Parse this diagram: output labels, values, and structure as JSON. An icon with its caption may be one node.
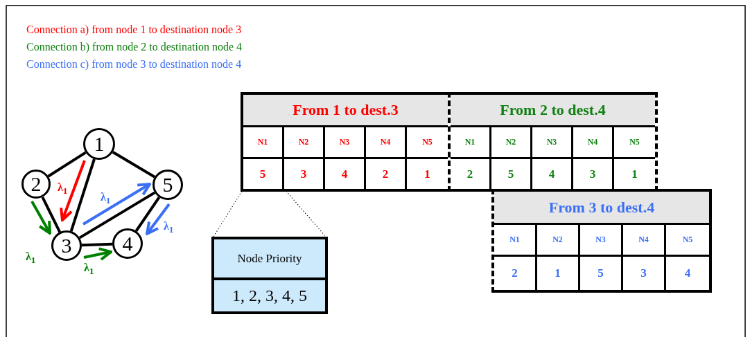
{
  "diagram": {
    "nodes": [
      {
        "text": [
          "1"
        ]
      },
      {
        "text": [
          "2"
        ]
      },
      {
        "text": [
          "3"
        ]
      },
      {
        "text": [
          "4"
        ]
      },
      {
        "text": [
          "5"
        ]
      },
      {
        "text": [
          "From 1 to dest.3"
        ]
      },
      {
        "text": [
          "N1"
        ],
        "in": 5
      },
      {
        "text": [
          "N2"
        ],
        "in": 5
      },
      {
        "text": [
          "N3"
        ],
        "in": 5
      },
      {
        "text": [
          "N4"
        ],
        "in": 5
      },
      {
        "text": [
          "N5"
        ],
        "in": 5
      },
      {
        "text": [
          "5"
        ],
        "in": 5
      },
      {
        "text": [
          "3"
        ],
        "in": 5
      },
      {
        "text": [
          "4"
        ],
        "in": 5
      },
      {
        "text": [
          "2"
        ],
        "in": 5
      },
      {
        "text": [
          "1"
        ],
        "in": 5
      },
      {
        "text": [
          "From 2 to dest.4"
        ]
      },
      {
        "text": [
          "N1"
        ],
        "in": 16
      },
      {
        "text": [
          "N2"
        ],
        "in": 16
      },
      {
        "text": [
          "N3"
        ],
        "in": 16
      },
      {
        "text": [
          "N4"
        ],
        "in": 16
      },
      {
        "text": [
          "N5"
        ],
        "in": 16
      },
      {
        "text": [
          "2"
        ],
        "in": 16
      },
      {
        "text": [
          "5"
        ],
        "in": 16
      },
      {
        "text": [
          "4"
        ],
        "in": 16
      },
      {
        "text": [
          "3"
        ],
        "in": 16
      },
      {
        "text": [
          "1"
        ],
        "in": 16
      },
      {
        "text": [
          "From 3 to dest.4"
        ]
      },
      {
        "text": [
          "N1"
        ],
        "in": 27
      },
      {
        "text": [
          "N2"
        ],
        "in": 27
      },
      {
        "text": [
          "N3"
        ],
        "in": 27
      },
      {
        "text": [
          "N4"
        ],
        "in": 27
      },
      {
        "text": [
          "N5"
        ],
        "in": 27
      },
      {
        "text": [
          "2"
        ],
        "in": 27
      },
      {
        "text": [
          "1"
        ],
        "in": 27
      },
      {
        "text": [
          "5"
        ],
        "in": 27
      },
      {
        "text": [
          "3"
        ],
        "in": 27
      },
      {
        "text": [
          "4"
        ],
        "in": 27
      },
      {
        "text": [
          "Node Priority",
          "1, 2, 3, 4, 5"
        ]
      }
    ],
    "edges": [
      {
        "from": 0,
        "to": 1,
        "arrow": "none"
      },
      {
        "from": 0,
        "to": 2,
        "arrow": "none"
      },
      {
        "from": 0,
        "to": 4,
        "arrow": "none"
      },
      {
        "from": 1,
        "to": 2,
        "arrow": "none"
      },
      {
        "from": 2,
        "to": 4,
        "arrow": "none"
      },
      {
        "from": 2,
        "to": 3,
        "arrow": "none"
      },
      {
        "from": 3,
        "to": 4,
        "arrow": "none"
      },
      {
        "from": 0,
        "to": 2,
        "arrow": "to",
        "label": "λ$_{1}$",
        "color": "#ff0000"
      },
      {
        "from": 1,
        "to": 2,
        "arrow": "to",
        "label": "λ$_{1}$",
        "color": "#008000"
      },
      {
        "from": 2,
        "to": 3,
        "arrow": "to",
        "label": "λ$_{1}$",
        "color": "#008000"
      },
      {
        "from": 2,
        "to": 4,
        "arrow": "to",
        "label": "λ$_{1}$",
        "color": "#3b6ff5"
      },
      {
        "from": 4,
        "to": 3,
        "arrow": "to",
        "label": "λ$_{1}$",
        "color": "#3b6ff5"
      },
      {
        "from": 11,
        "to": 38,
        "arrow": "none",
        "style": "dashed"
      },
      {
        "from": 11,
        "to": 38,
        "arrow": "none",
        "style": "dashed"
      }
    ],
    "labels": [
      "Connection a) from node 1 to destination node 3",
      "Connection b) from node 2 to destination node 4",
      "Connection c) from node 3 to destination node 4"
    ]
  }
}
